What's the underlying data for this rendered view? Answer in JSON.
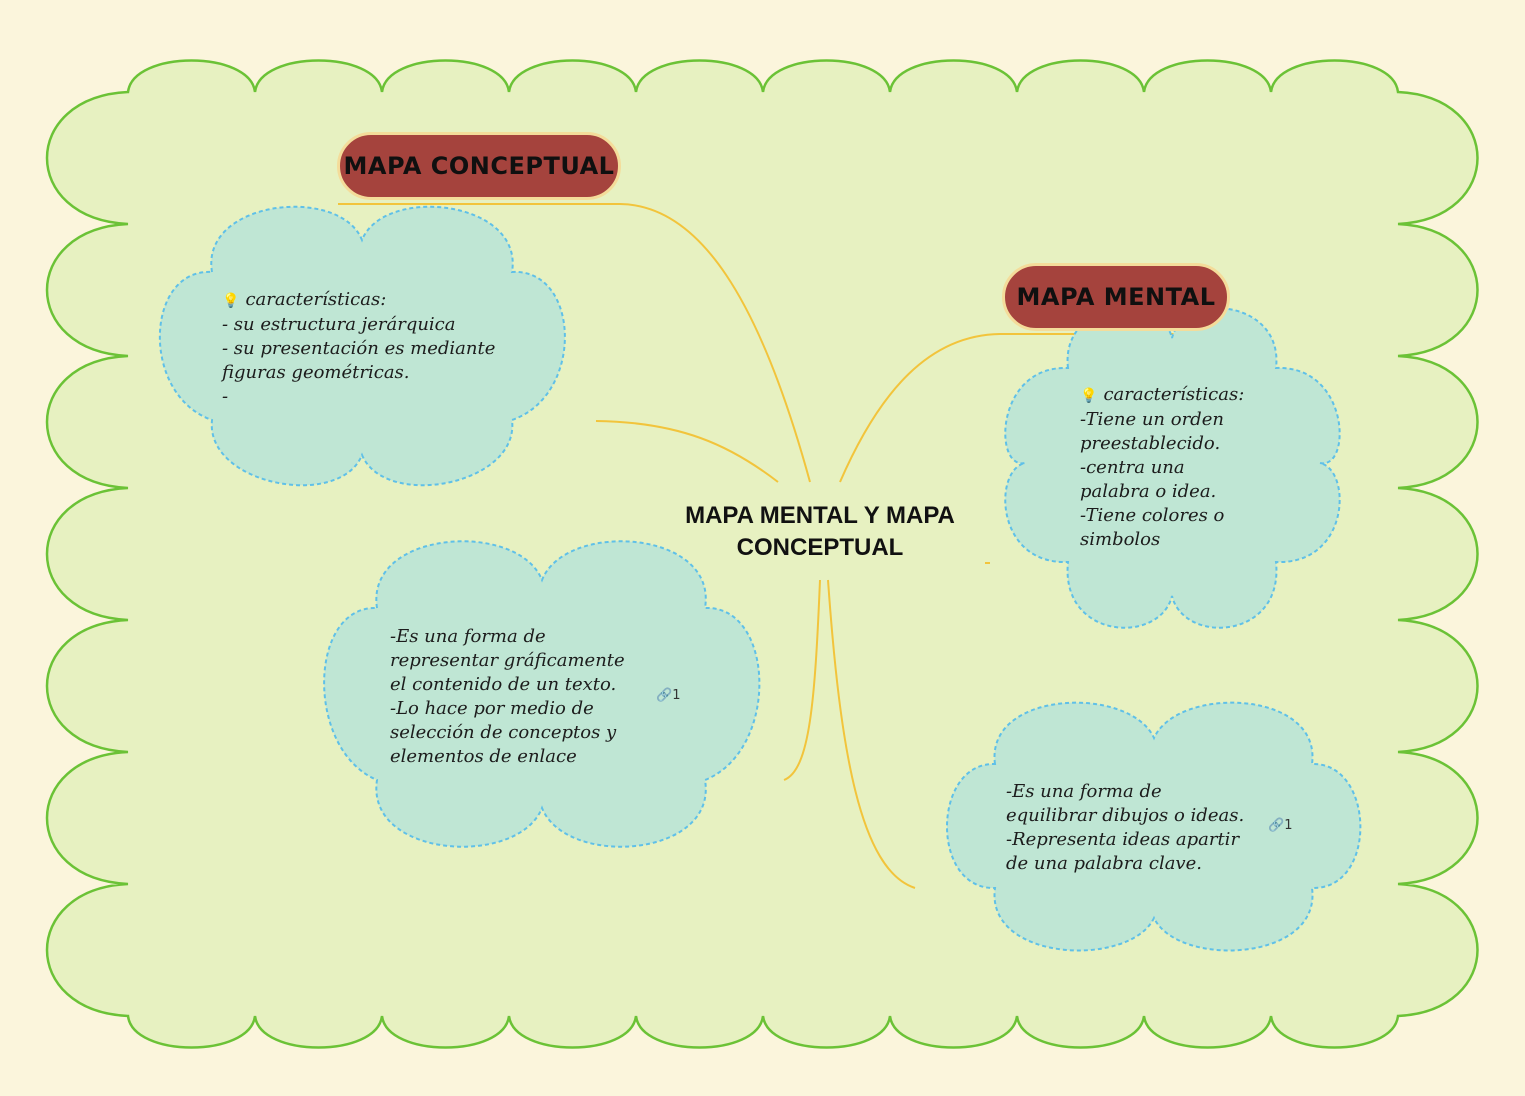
{
  "central": {
    "line1": "MAPA MENTAL Y  MAPA",
    "line2": "CONCEPTUAL"
  },
  "mapa_conceptual": {
    "title": "MAPA CONCEPTUAL",
    "features": {
      "lines": [
        "características:",
        "- su estructura jerárquica",
        "- su presentación es mediante",
        "figuras geométricas.",
        "-"
      ]
    },
    "definition": {
      "lines": [
        "-Es una forma de",
        "representar gráficamente",
        "el contenido de un texto.",
        "-Lo hace por medio de",
        "selección de conceptos y",
        "elementos de enlace"
      ],
      "link_count": "1"
    }
  },
  "mapa_mental": {
    "title": "MAPA MENTAL",
    "features": {
      "lines": [
        "características:",
        "-Tiene un orden",
        "preestablecido.",
        "-centra una",
        "palabra o idea.",
        "-Tiene colores o",
        "simbolos"
      ]
    },
    "definition": {
      "lines": [
        "-Es una forma de",
        "equilibrar dibujos o ideas.",
        "-Representa ideas apartir",
        "de una palabra clave."
      ],
      "link_count": "1"
    }
  },
  "icons": {
    "idea": "lightbulb-icon",
    "link": "link-icon"
  },
  "colors": {
    "background": "#fbf5dc",
    "frame_fill": "#e7f1c1",
    "frame_stroke": "#6bc236",
    "cloud_fill": "#bfe6d4",
    "cloud_stroke": "#5fc0e8",
    "branch": "#f2c43c",
    "pill_fill": "#a5433d",
    "pill_border": "#f4dc9a"
  }
}
